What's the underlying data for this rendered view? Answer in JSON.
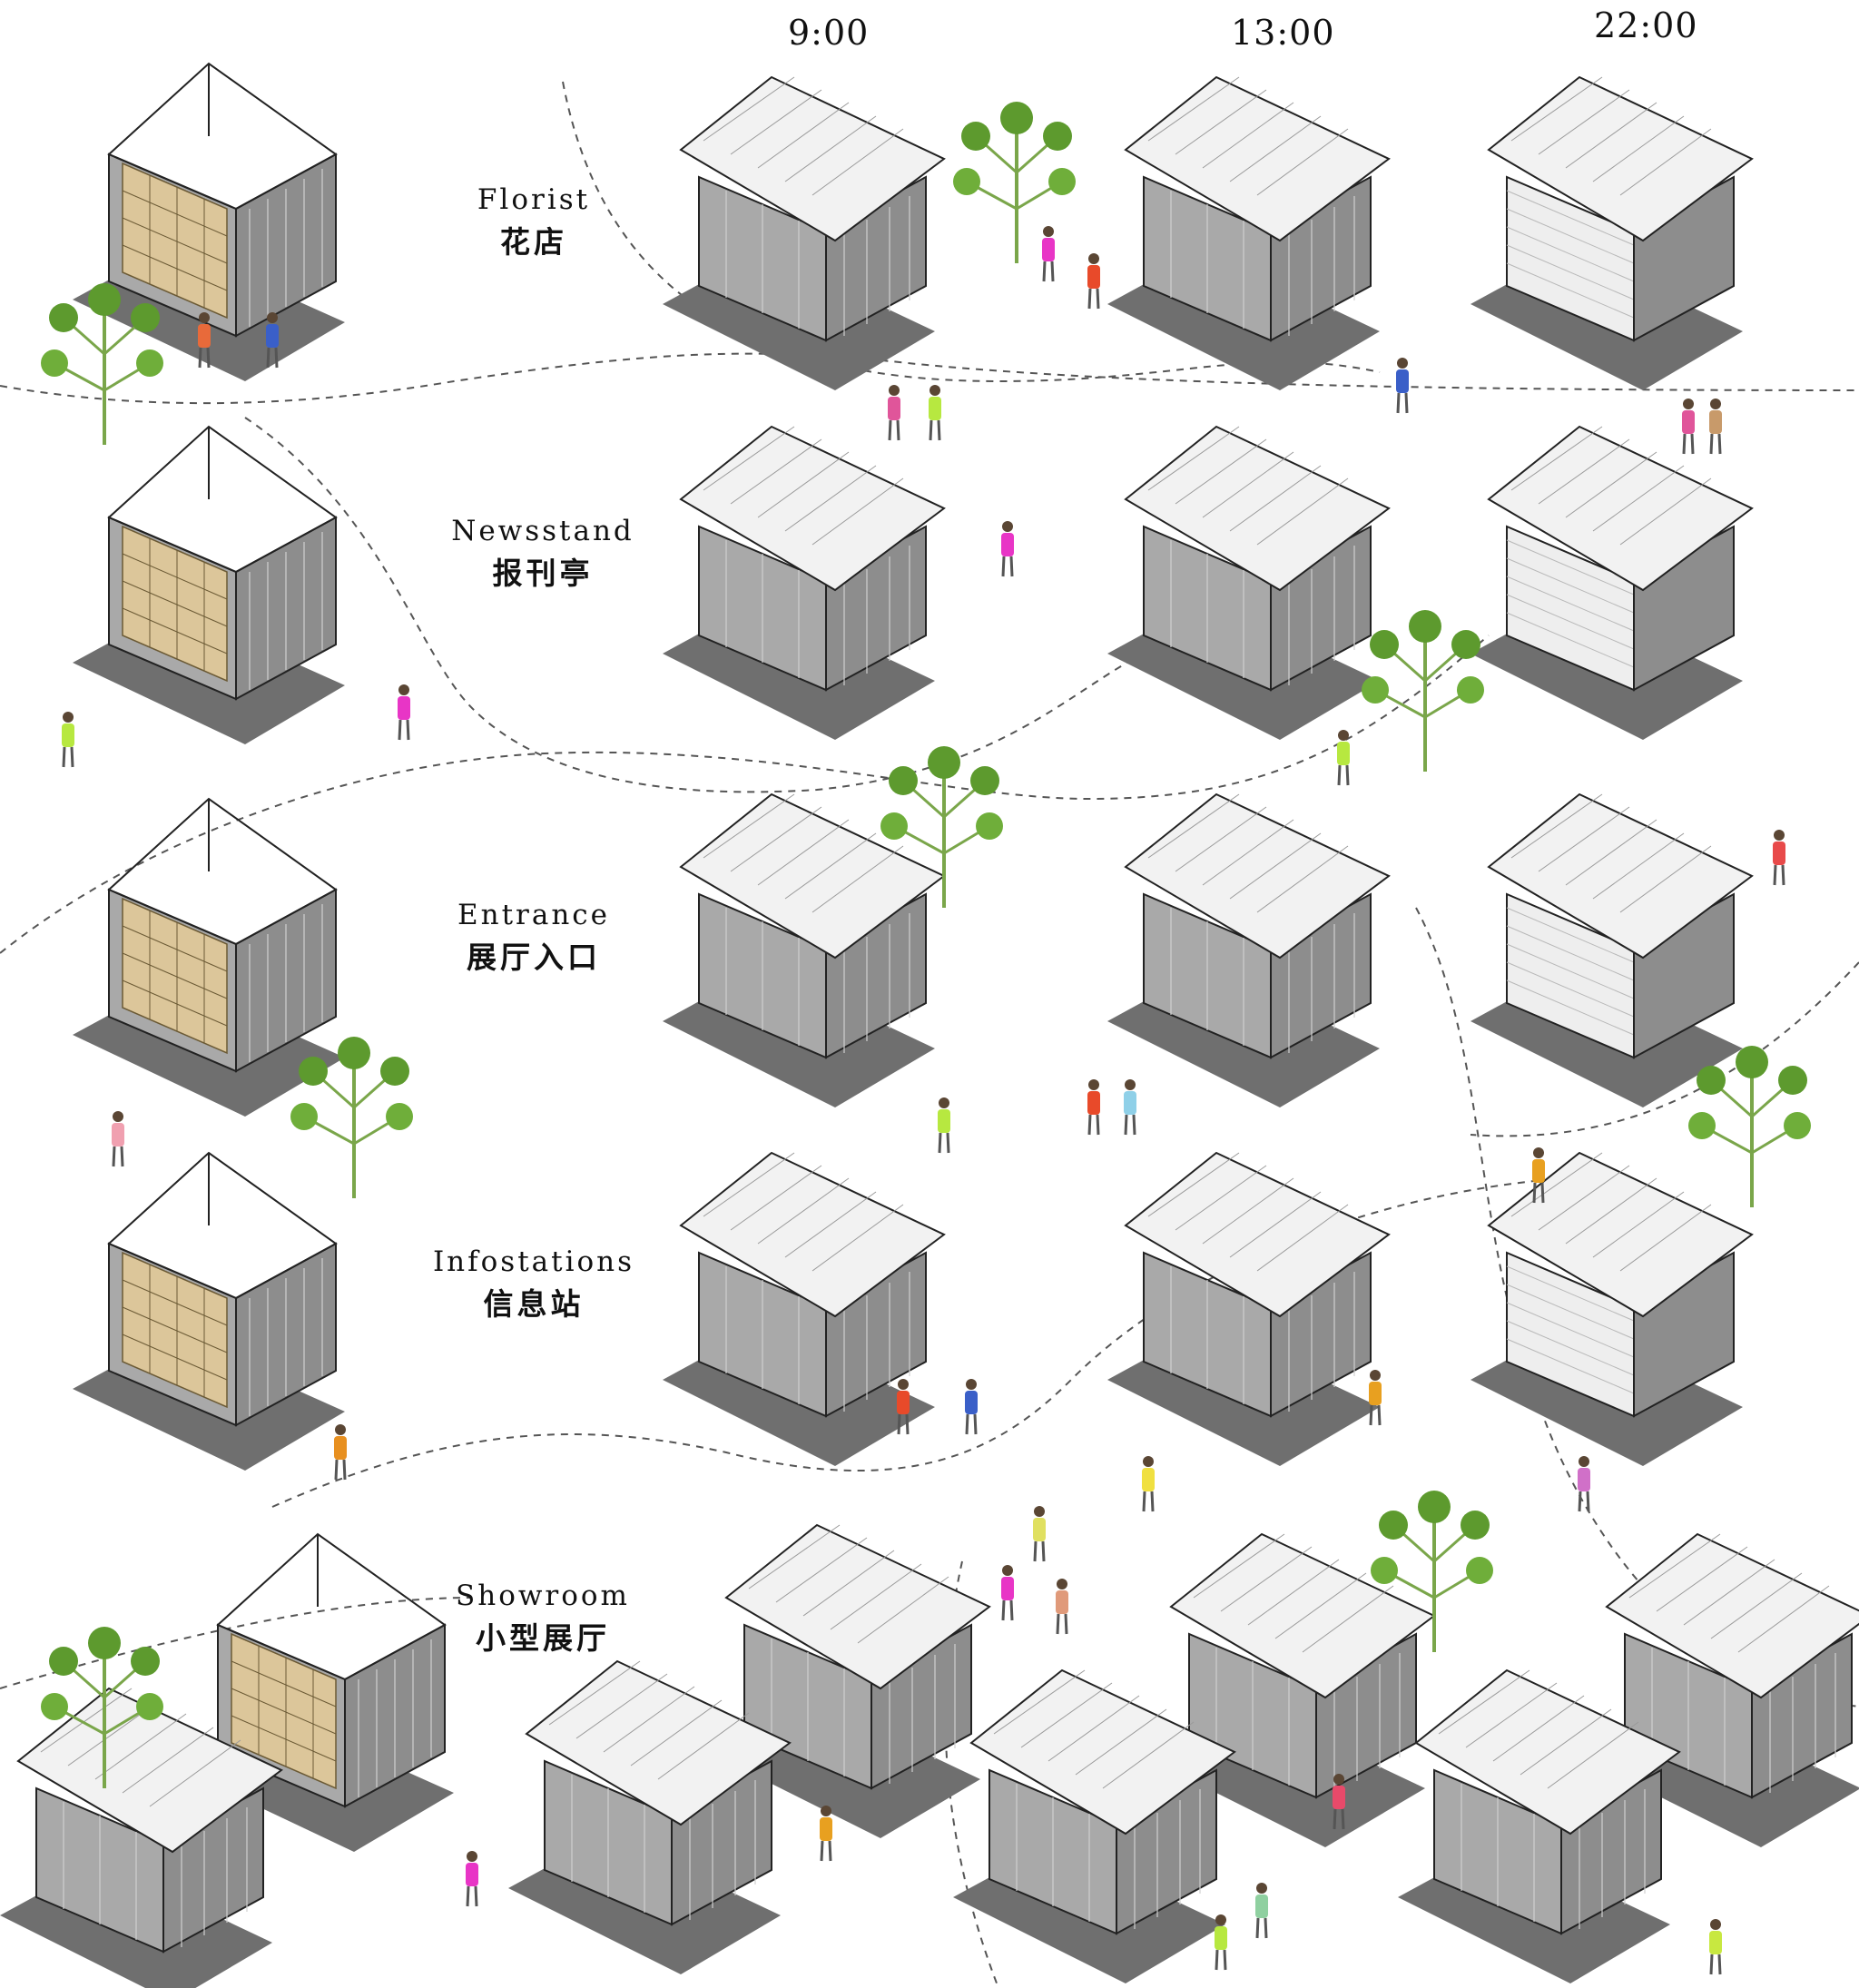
{
  "times": [
    "9:00",
    "13:00",
    "22:00"
  ],
  "rows": [
    {
      "en": "Florist",
      "zh": "花店"
    },
    {
      "en": "Newsstand",
      "zh": "报刊亭"
    },
    {
      "en": "Entrance",
      "zh": "展厅入口"
    },
    {
      "en": "Infostations",
      "zh": "信息站"
    },
    {
      "en": "Showroom",
      "zh": "小型展厅"
    }
  ],
  "colors": {
    "roof": "#f2f2f2",
    "wall_left": "#a9a9a9",
    "wall_right": "#8d8d8d",
    "floor": "#6f6f6f",
    "shelf": "#dcc69a",
    "tree": "#5d9a2e",
    "line": "#222222"
  }
}
